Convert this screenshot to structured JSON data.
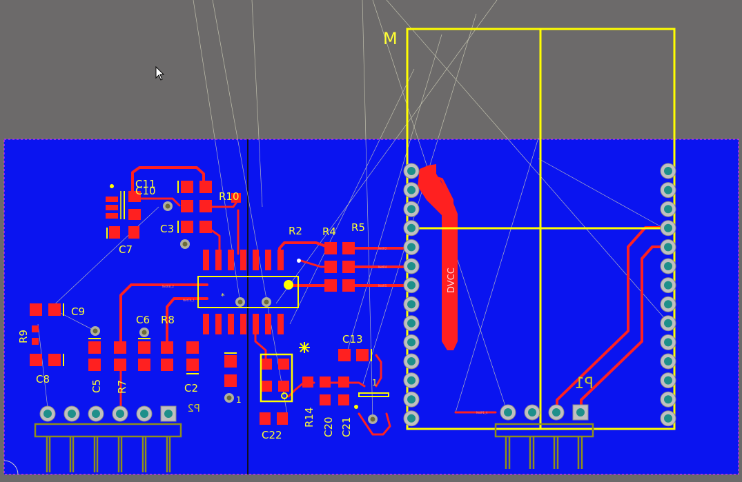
{
  "designators": {
    "C11": "C11",
    "C10": "C10",
    "R10": "R10",
    "C3": "C3",
    "C7": "C7",
    "R2": "R2",
    "R4": "R4",
    "R5": "R5",
    "C9": "C9",
    "R9": "R9",
    "C8": "C8",
    "C6": "C6",
    "R8": "R8",
    "C5": "C5",
    "R7": "R7",
    "C2": "C2",
    "C13": "C13",
    "C22": "C22",
    "R14": "R14",
    "C20": "C20",
    "C21": "C21",
    "P2": "P2",
    "P1": "P1",
    "M": "M"
  },
  "net_labels": {
    "dvcc": "DVCC"
  },
  "pin_marks": {
    "one_a": "1",
    "one_b": "1",
    "star": "*"
  },
  "colors": {
    "board_background": "#6c6a6a",
    "bottom_copper": "#0a14f0",
    "top_copper": "#ff2020",
    "top_overlay": "#ffff33",
    "keepout_outline": "#ff33ff"
  }
}
